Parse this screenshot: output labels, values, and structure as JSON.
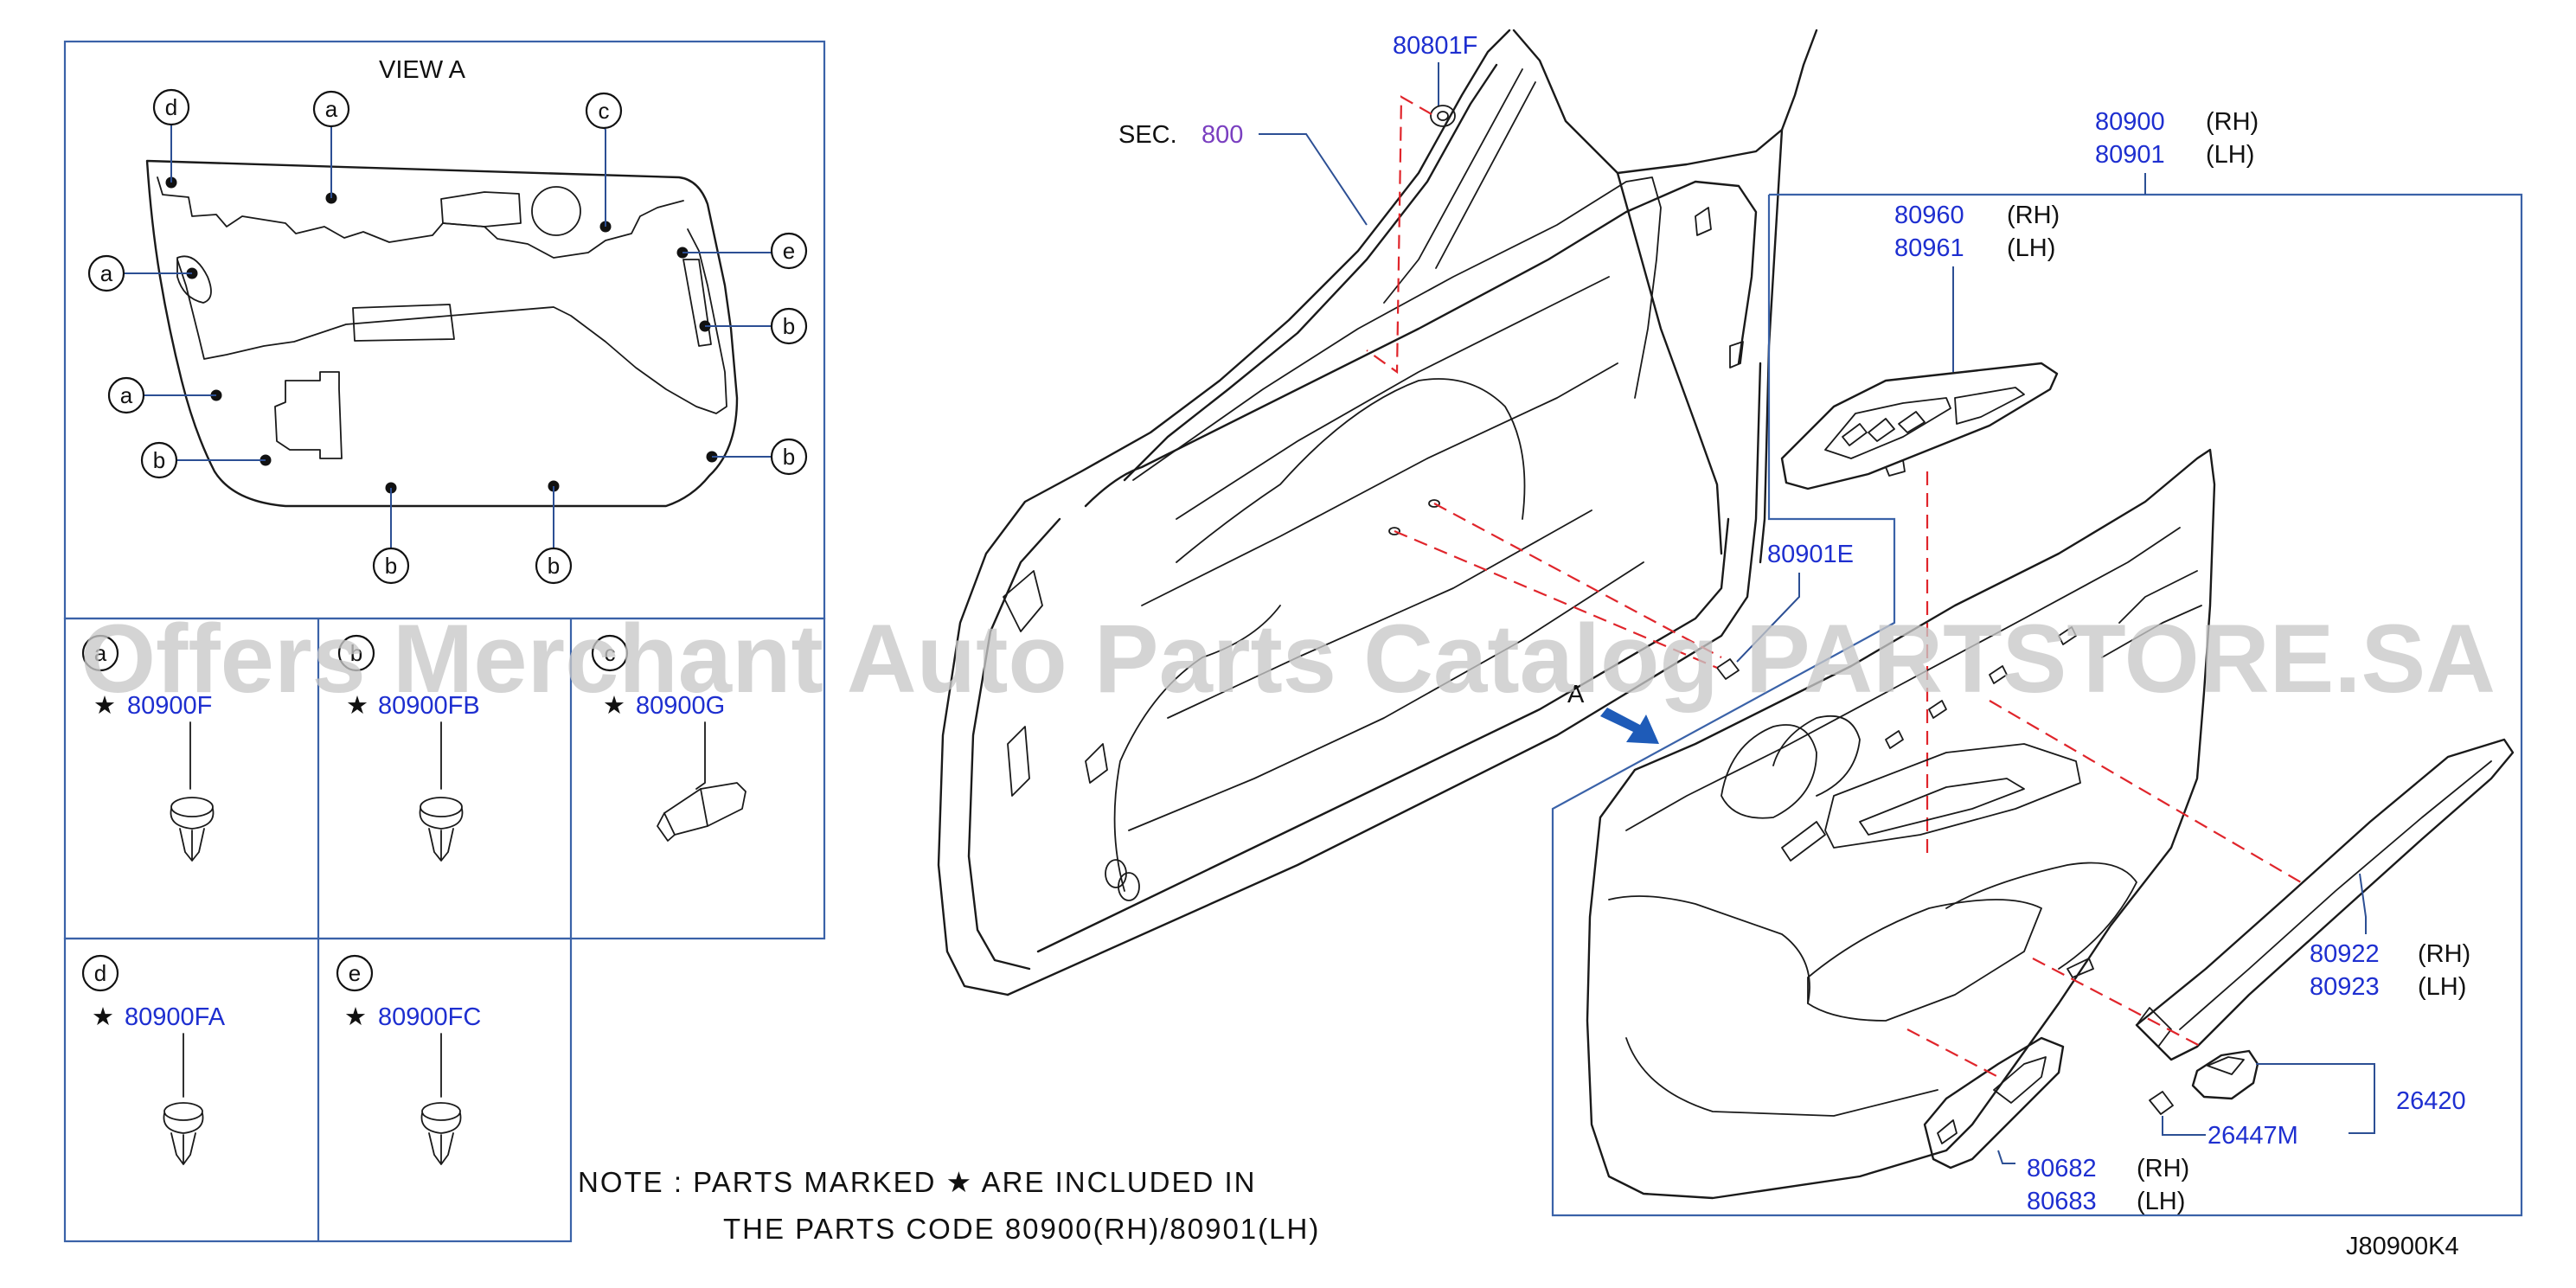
{
  "view_label": "VIEW   A",
  "detail_letters": {
    "a": "a",
    "b": "b",
    "c": "c",
    "d": "d",
    "e": "e"
  },
  "star": "★",
  "clips": {
    "a": "80900F",
    "b": "80900FB",
    "c": "80900G",
    "d": "80900FA",
    "e": "80900FC"
  },
  "sec_prefix": "SEC.",
  "sec_number": "800",
  "arrow_label": "A",
  "parts": {
    "p80801F": "80801F",
    "p80900": "80900",
    "p80901": "80901",
    "p80960": "80960",
    "p80961": "80961",
    "p80901E": "80901E",
    "p80922": "80922",
    "p80923": "80923",
    "p26420": "26420",
    "p26447M": "26447M",
    "p80682": "80682",
    "p80683": "80683"
  },
  "sides": {
    "rh": "(RH)",
    "lh": "(LH)"
  },
  "note": {
    "line1": "NOTE  :  PARTS  MARKED  ★ ARE  INCLUDED  IN",
    "line2": "THE  PARTS  CODE  80900(RH)/80901(LH)"
  },
  "watermark": "Offers Merchant Auto Parts Catalog PARTSTORE.SA",
  "drawing_code": "J80900K4",
  "colors": {
    "part_number": "#1e2fd0",
    "sec_number": "#7a3fc0",
    "frame": "#3a62a8",
    "dashed": "#e0252b"
  }
}
